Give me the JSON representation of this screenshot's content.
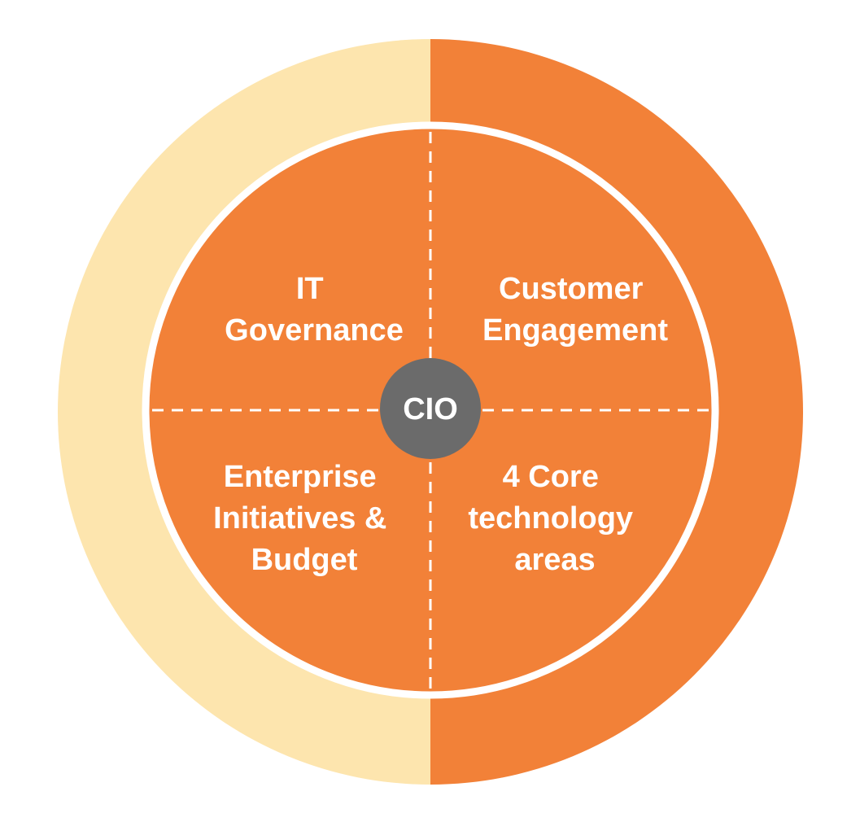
{
  "colors": {
    "outer_left": "#FDE5AE",
    "outer_right": "#F28138",
    "inner_fill": "#F28138",
    "ring_border": "#FFFFFF",
    "divider": "#FFFFFF",
    "center_fill": "#6B6B6B",
    "text": "#FFFFFF"
  },
  "center": {
    "label": "CIO"
  },
  "quadrants": {
    "top_left": {
      "lines": [
        "IT",
        "Governance"
      ]
    },
    "top_right": {
      "lines": [
        "Customer",
        "Engagement"
      ]
    },
    "bottom_left": {
      "lines": [
        "Enterprise",
        "Initiatives &",
        "Budget"
      ]
    },
    "bottom_right": {
      "lines": [
        "4 Core",
        "technology",
        "areas"
      ]
    }
  }
}
